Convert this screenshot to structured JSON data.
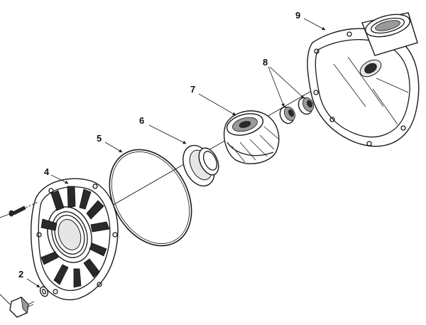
{
  "diagram": {
    "callouts": [
      {
        "id": "c2",
        "label": "2"
      },
      {
        "id": "c4",
        "label": "4"
      },
      {
        "id": "c5",
        "label": "5"
      },
      {
        "id": "c6",
        "label": "6"
      },
      {
        "id": "c7",
        "label": "7"
      },
      {
        "id": "c8",
        "label": "8"
      },
      {
        "id": "c9",
        "label": "9"
      }
    ]
  }
}
